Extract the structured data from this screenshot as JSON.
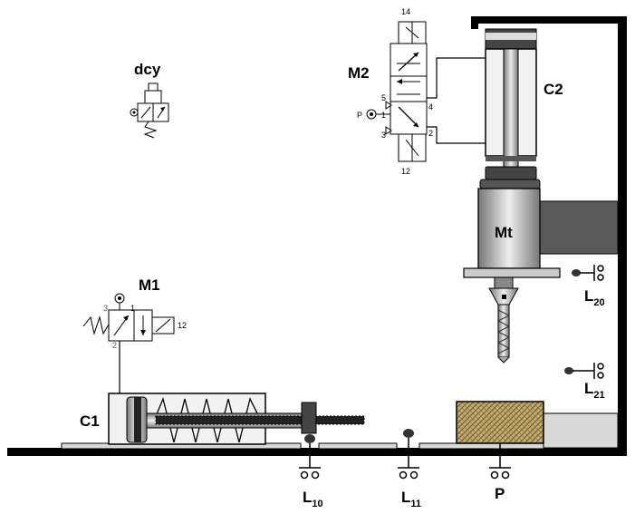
{
  "labels": {
    "dcy": "dcy",
    "m1": "M1",
    "m2": "M2",
    "c1": "C1",
    "c2": "C2",
    "mt": "Mt",
    "p": "P",
    "l10_main": "L",
    "l10_sub": "10",
    "l11_main": "L",
    "l11_sub": "11",
    "l20_main": "L",
    "l20_sub": "20",
    "l21_main": "L",
    "l21_sub": "21"
  },
  "ports": {
    "m2_14": "14",
    "m2_12": "12",
    "m2_5": "5",
    "m2_4": "4",
    "m2_1": "1",
    "m2_3": "3",
    "m2_2": "2",
    "m2_p": "P",
    "m1_3": "3",
    "m1_1": "1",
    "m1_2": "2",
    "m1_12": "12"
  },
  "colors": {
    "frame": "#000000",
    "cylinder_body": "#f2f2f2",
    "rod": "#9a9a9a",
    "motor_bracket": "#5a5a5a",
    "workpiece": "#b8a46a",
    "base_plate": "#d9d9d9",
    "port_accent": "#8b3a8b"
  }
}
